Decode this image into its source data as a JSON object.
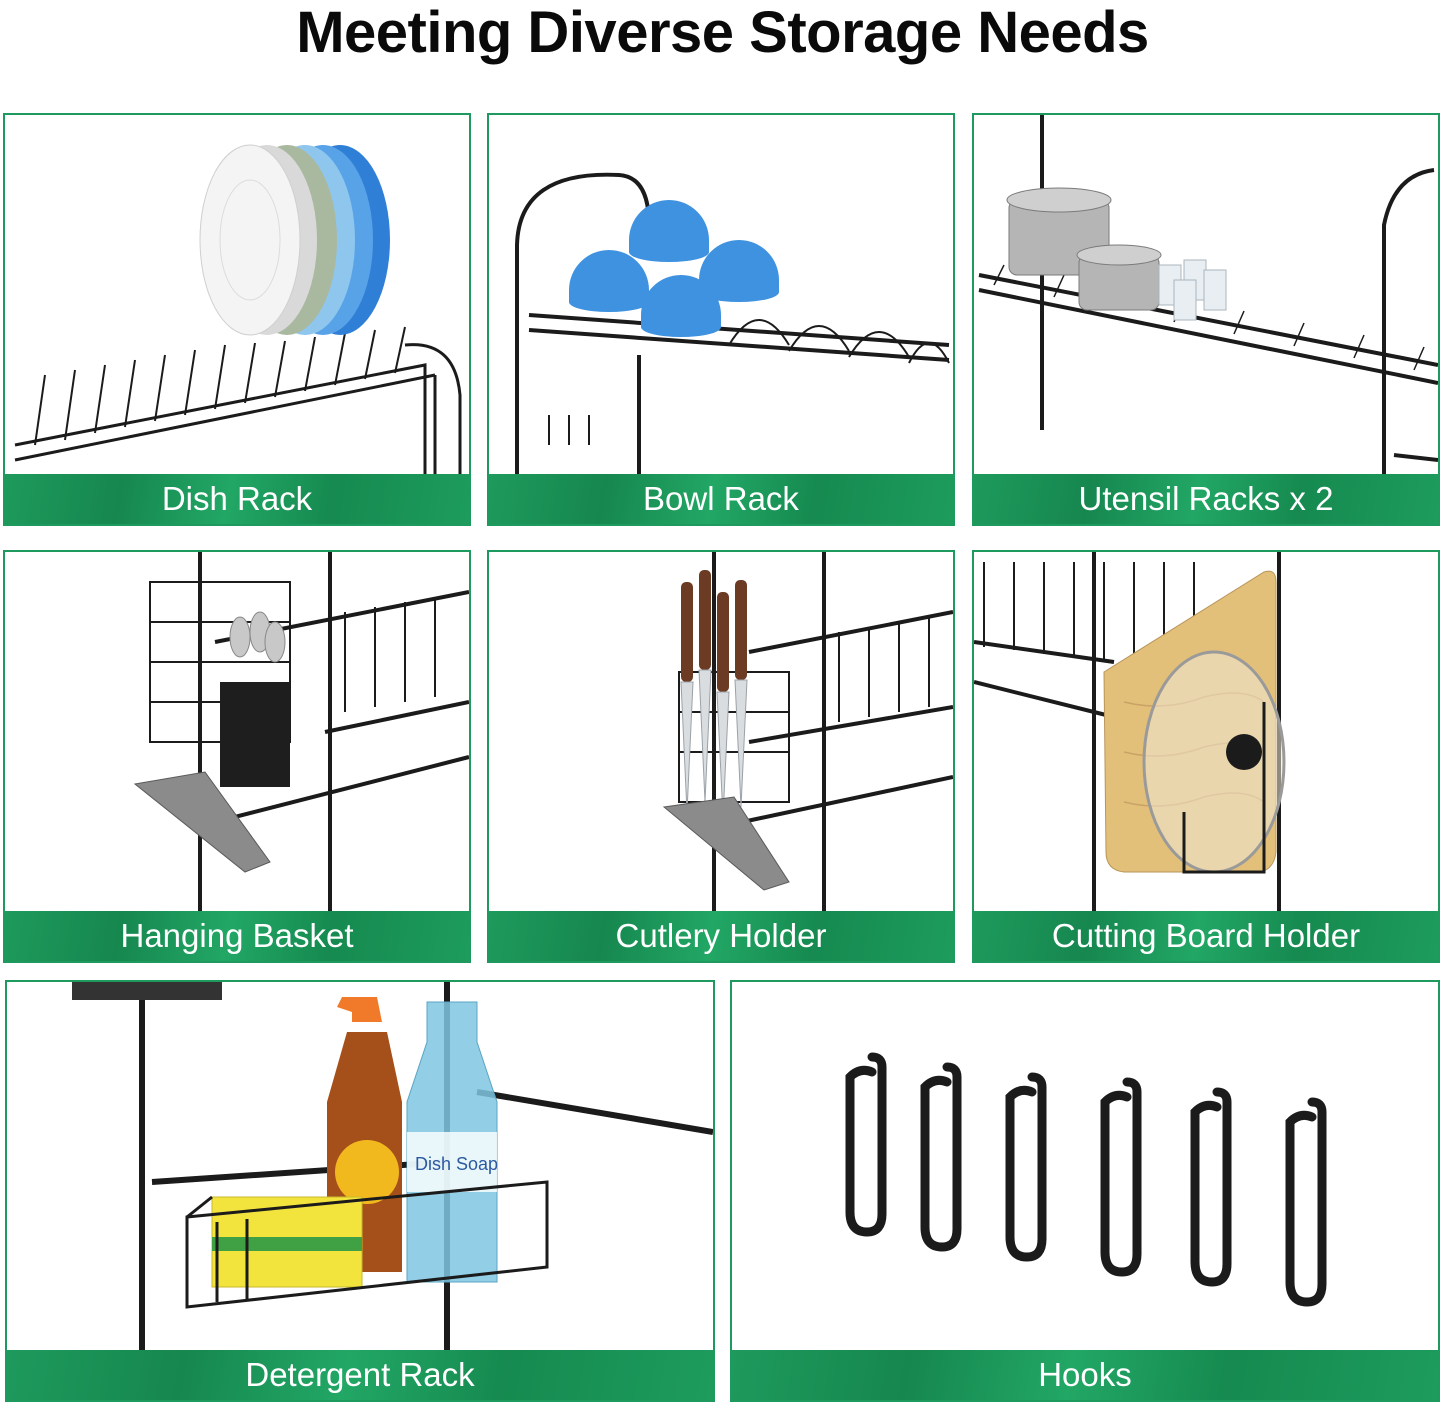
{
  "page_title": "Meeting Diverse Storage Needs",
  "panels": [
    {
      "label": "Dish Rack"
    },
    {
      "label": "Bowl Rack"
    },
    {
      "label": "Utensil Racks x 2"
    },
    {
      "label": "Hanging Basket"
    },
    {
      "label": "Cutlery Holder"
    },
    {
      "label": "Cutting Board Holder"
    },
    {
      "label": "Detergent Rack"
    },
    {
      "label": "Hooks"
    }
  ],
  "product_labels": {
    "detergent_bottle": "Dish Soap"
  },
  "colors": {
    "panel_border": "#1f9a5e",
    "label_bar": "#1a9457",
    "rack_metal": "#1b1b1b",
    "bowl_blue": "#3f92e0",
    "cutting_board": "#e3c07a"
  }
}
